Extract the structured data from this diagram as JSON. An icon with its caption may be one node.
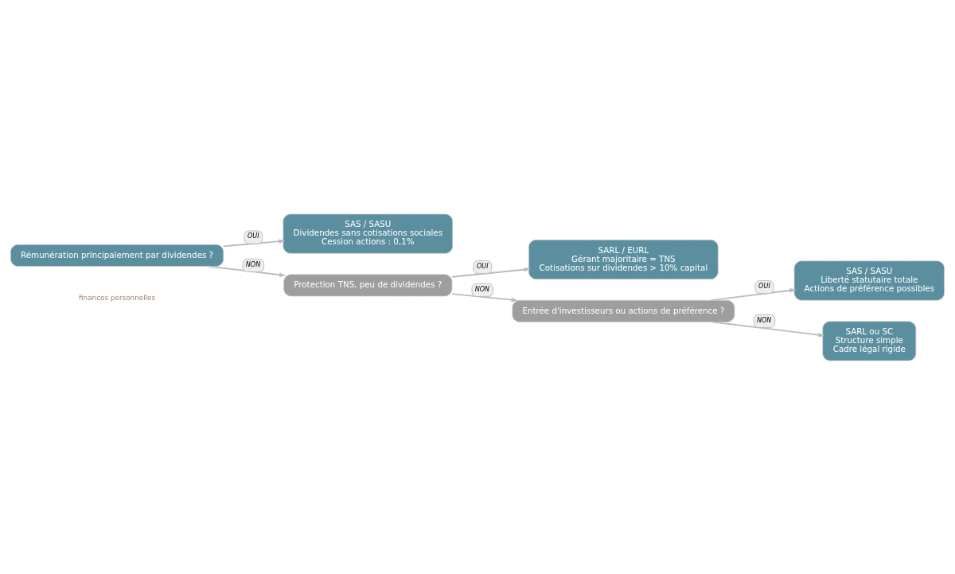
{
  "diagram": {
    "nodes": [
      {
        "text": [
          "Rémunération principalement par dividendes ?"
        ]
      },
      {
        "text": [
          "SAS / SASU",
          "Dividendes sans cotisations sociales",
          "Cession actions : 0,1%"
        ]
      },
      {
        "text": [
          "Protection TNS, peu de dividendes ?"
        ]
      },
      {
        "text": [
          "SARL / EURL",
          "Gérant majoritaire = TNS",
          "Cotisations sur dividendes > 10% capital"
        ]
      },
      {
        "text": [
          "Entrée d'investisseurs ou actions de préférence ?"
        ]
      },
      {
        "text": [
          "SAS / SASU",
          "Liberté statutaire totale",
          "Actions de préférence possibles"
        ]
      },
      {
        "text": [
          "SARL ou SC",
          "Structure simple",
          "Cadre légal rigide"
        ]
      }
    ],
    "edges": [
      {
        "from": 0,
        "to": 1,
        "arrow": "to",
        "label": "OUI"
      },
      {
        "from": 0,
        "to": 2,
        "arrow": "to",
        "label": "NON"
      },
      {
        "from": 2,
        "to": 3,
        "arrow": "to",
        "label": "OUI"
      },
      {
        "from": 2,
        "to": 4,
        "arrow": "to",
        "label": "NON"
      },
      {
        "from": 4,
        "to": 5,
        "arrow": "to",
        "label": "OUI"
      },
      {
        "from": 4,
        "to": 6,
        "arrow": "to",
        "label": "NON"
      }
    ],
    "labels": [
      "finances personnelles"
    ]
  }
}
